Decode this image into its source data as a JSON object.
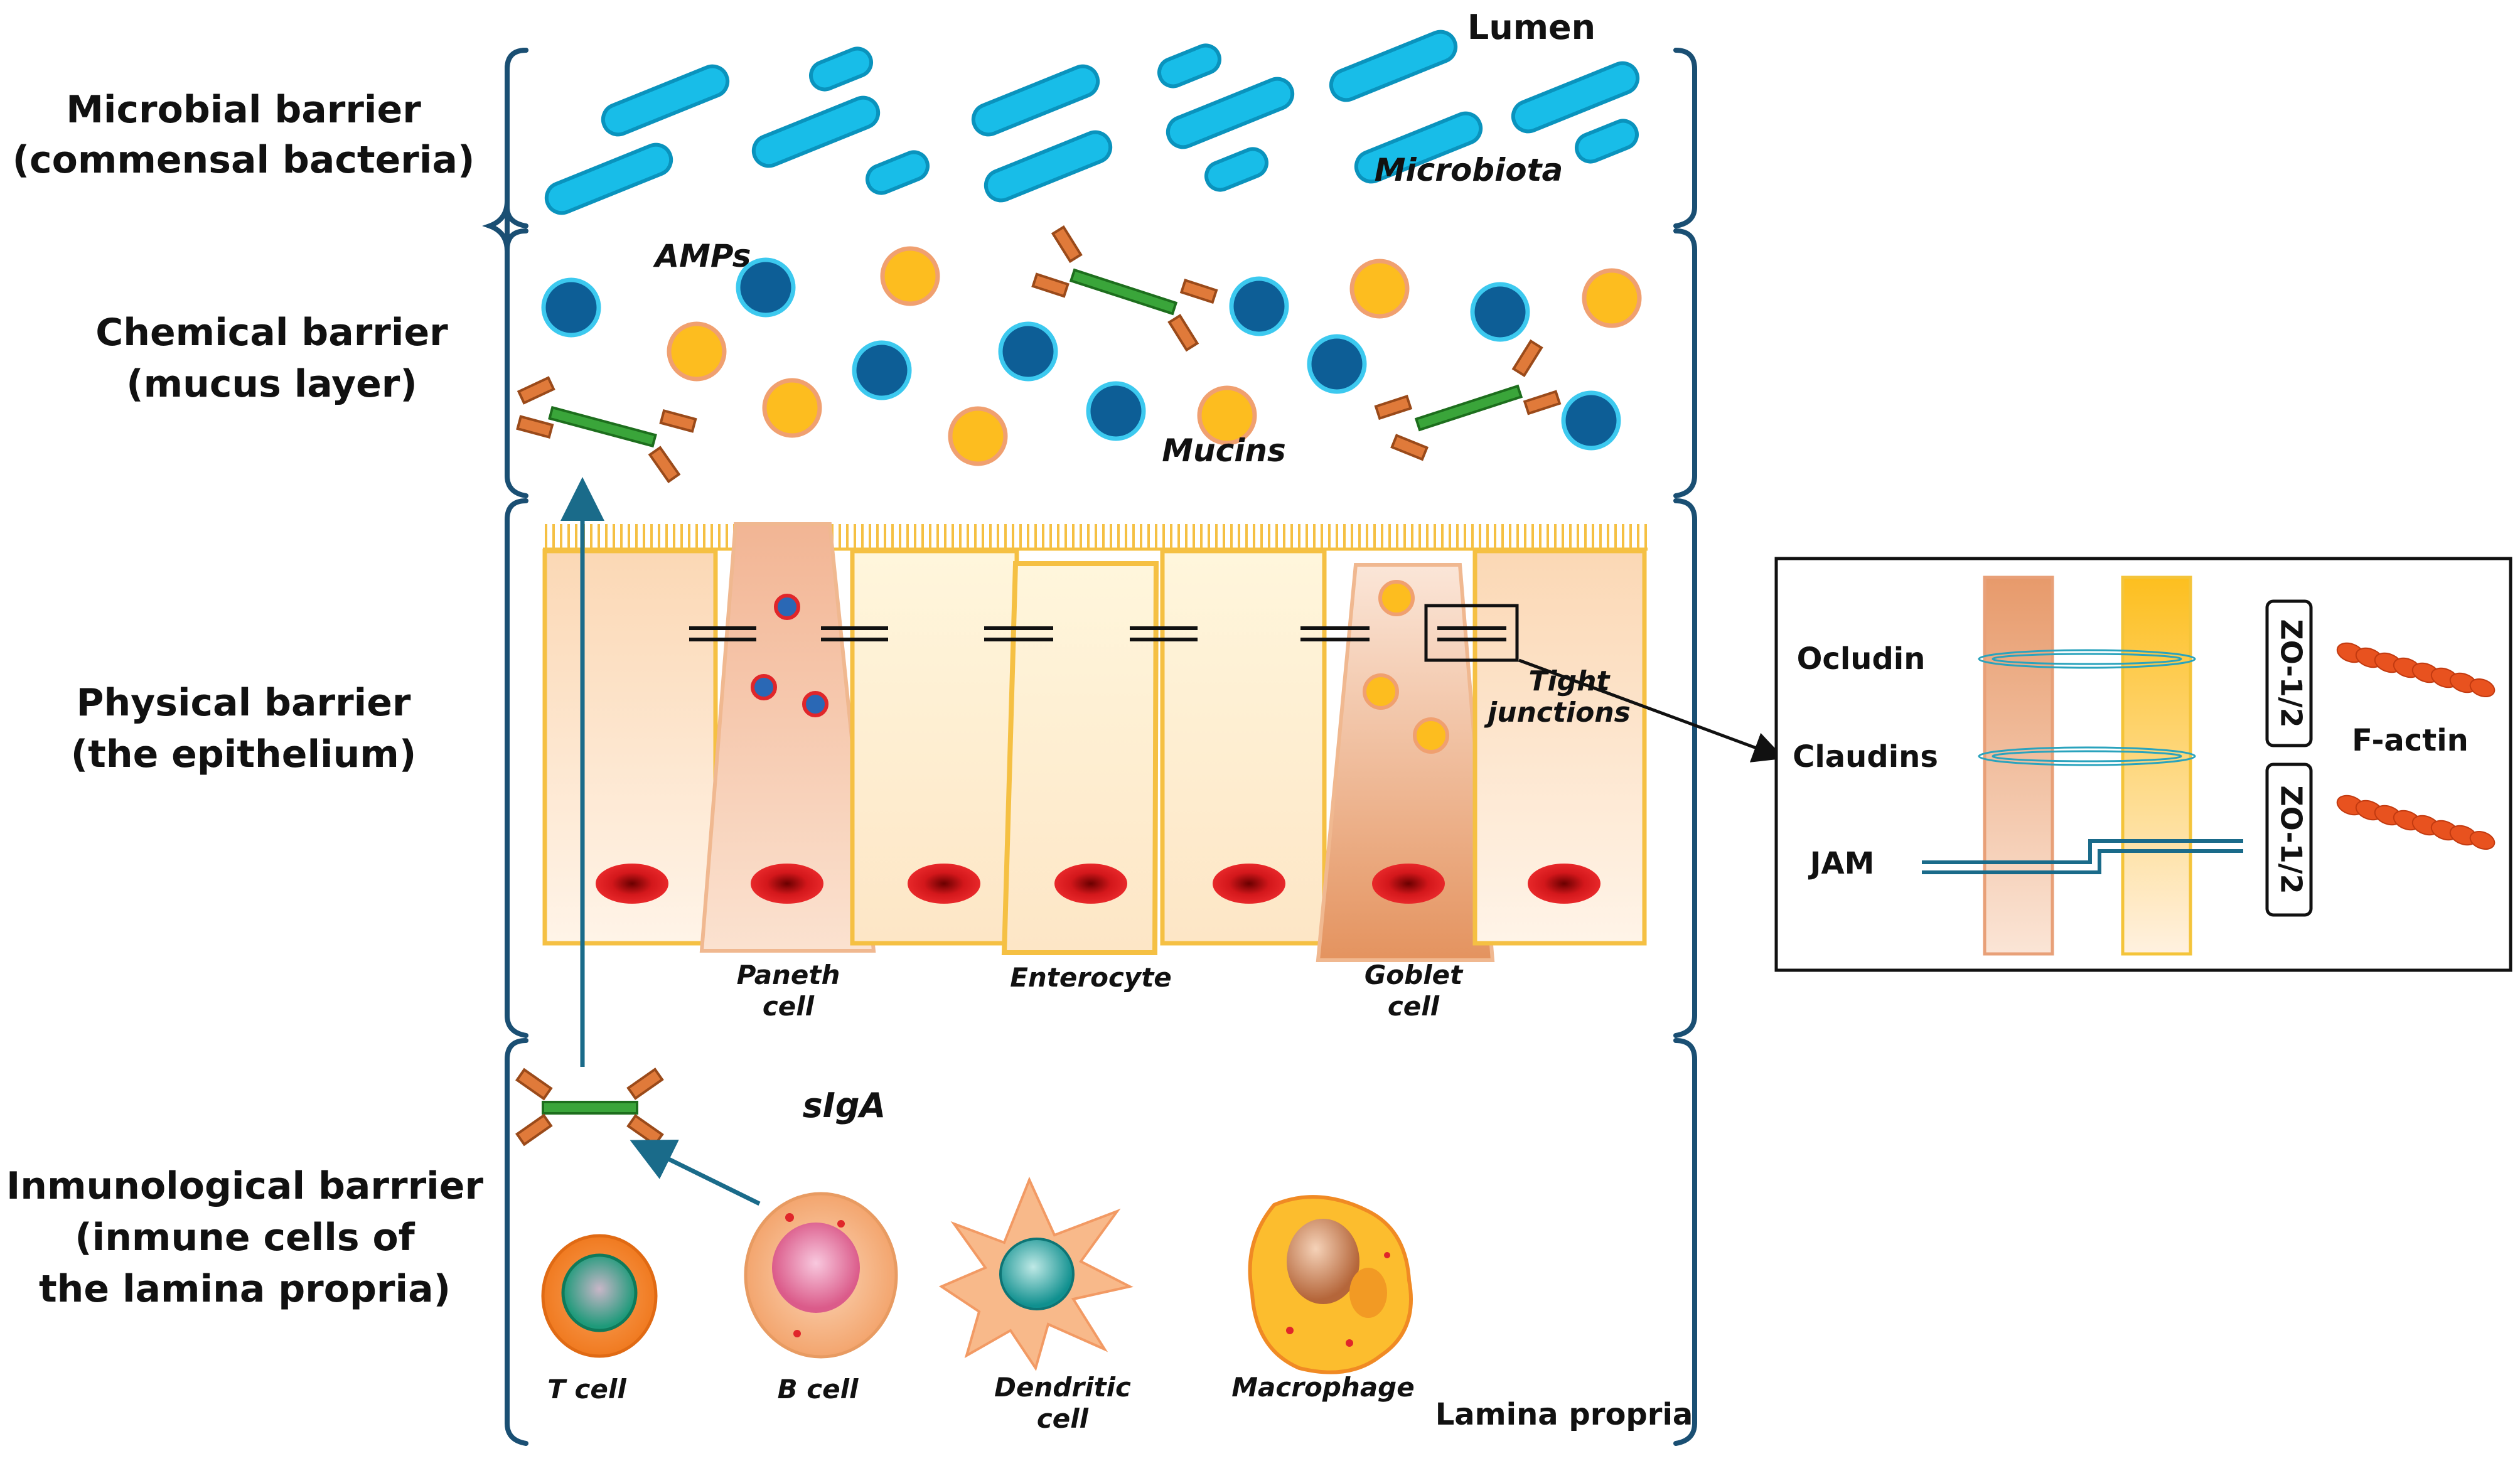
{
  "barrier_labels": {
    "microbial_line1": "Microbial barrier",
    "microbial_line2": "(commensal bacteria)",
    "chemical_line1": "Chemical barrier",
    "chemical_line2": "(mucus layer)",
    "physical_line1": "Physical barrier",
    "physical_line2": "(the epithelium)",
    "immuno_line1": "Inmunological barrrier",
    "immuno_line2": "(inmune cells of",
    "immuno_line3": "the lamina propria)"
  },
  "region_labels": {
    "lumen": "Lumen",
    "microbiota": "Microbiota",
    "amps": "AMPs",
    "mucins": "Mucins",
    "tight_junctions_line1": "Tight",
    "tight_junctions_line2": "junctions",
    "siga": "sIgA",
    "lamina_propria": "Lamina propria"
  },
  "cell_labels": {
    "paneth_line1": "Paneth",
    "paneth_line2": "cell",
    "enterocyte": "Enterocyte",
    "goblet_line1": "Goblet",
    "goblet_line2": "cell"
  },
  "immune_cell_labels": {
    "t_cell": "T cell",
    "b_cell": "B cell",
    "dendritic_line1": "Dendritic",
    "dendritic_line2": "cell",
    "macrophage": "Macrophage"
  },
  "inset": {
    "ocludin": "Ocludin",
    "claudins": "Claudins",
    "jam": "JAM",
    "zo_top": "ZO-1/2",
    "zo_bottom": "ZO-1/2",
    "f_actin": "F-actin"
  },
  "colors": {
    "bacteria": "#18bde8",
    "bacteria_outline": "#0a93bd",
    "mucin_blue": "#0d5e96",
    "mucin_blue_ring": "#3cc9ef",
    "amp_yellow": "#fdbd1f",
    "amp_ring": "#f0a070",
    "antibody_stem": "#3aa53a",
    "antibody_arm": "#e07a3a",
    "arrow": "#1a6b8a",
    "bracket": "#1a4f73",
    "nucleus": "#d7191c"
  },
  "icons": {
    "bracket": "curly-brace-icon",
    "antibody": "antibody-icon",
    "arrow": "arrow-icon"
  }
}
